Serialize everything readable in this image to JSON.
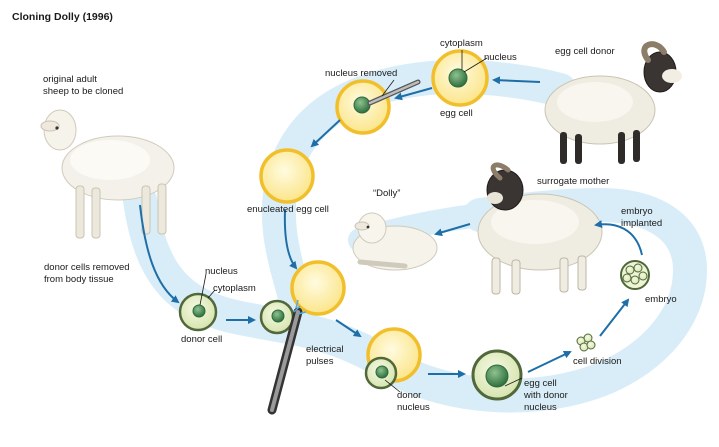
{
  "title": "Cloning Dolly (1996)",
  "labels": {
    "original_sheep_1": "original adult",
    "original_sheep_2": "sheep to be cloned",
    "donor_cells_1": "donor cells removed",
    "donor_cells_2": "from body tissue",
    "donor_cell": "donor cell",
    "nucleus_donor": "nucleus",
    "cytoplasm_donor": "cytoplasm",
    "egg_cell_donor": "egg cell donor",
    "cytoplasm_egg": "cytoplasm",
    "nucleus_egg": "nucleus",
    "egg_cell": "egg cell",
    "nucleus_removed": "nucleus removed",
    "enucleated_egg": "enucleated egg cell",
    "dolly": "“Dolly”",
    "surrogate": "surrogate mother",
    "embryo_implanted_1": "embryo",
    "embryo_implanted_2": "implanted",
    "embryo": "embryo",
    "electrical_1": "electrical",
    "electrical_2": "pulses",
    "donor_nucleus_1": "donor",
    "donor_nucleus_2": "nucleus",
    "egg_with_donor_1": "egg cell",
    "egg_with_donor_2": "with donor",
    "egg_with_donor_3": "nucleus",
    "cell_division": "cell division"
  },
  "colors": {
    "loop": "#d7ecf9",
    "arrow": "#1e6fa8",
    "egg_fill": "#fdf1b8",
    "egg_ring": "#f6c531",
    "cell_fill": "#e6f0c8",
    "cell_ring": "#5a7a3a",
    "nucleus": "#3f8a4c"
  }
}
